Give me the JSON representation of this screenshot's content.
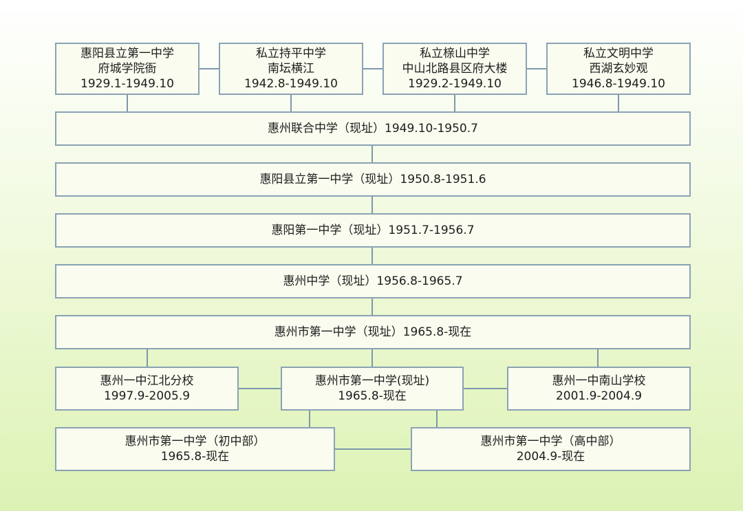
{
  "diagram": {
    "origins": [
      {
        "lines": [
          "惠阳县立第一中学",
          "府城学院衙",
          "1929.1-1949.10"
        ]
      },
      {
        "lines": [
          "私立持平中学",
          "南坛横江",
          "1942.8-1949.10"
        ]
      },
      {
        "lines": [
          "私立榇山中学",
          "中山北路县区府大楼",
          "1929.2-1949.10"
        ]
      },
      {
        "lines": [
          "私立文明中学",
          "西湖玄妙观",
          "1946.8-1949.10"
        ]
      }
    ],
    "timeline": [
      "惠州联合中学（现址）1949.10-1950.7",
      "惠阳县立第一中学（现址）1950.8-1951.6",
      "惠阳第一中学（现址）1951.7-1956.7",
      "惠州中学（现址）1956.8-1965.7",
      "惠州市第一中学（现址）1965.8-现在"
    ],
    "branches": {
      "left": {
        "lines": [
          "惠州一中江北分校",
          "1997.9-2005.9"
        ]
      },
      "center": {
        "lines": [
          "惠州市第一中学(现址)",
          "1965.8-现在"
        ]
      },
      "right": {
        "lines": [
          "惠州一中南山学校",
          "2001.9-2004.9"
        ]
      }
    },
    "divisions": [
      {
        "lines": [
          "惠州市第一中学（初中部）",
          "1965.8-现在"
        ]
      },
      {
        "lines": [
          "惠州市第一中学（高中部）",
          "2004.9-现在"
        ]
      }
    ],
    "colors": {
      "box_border": "#8aa2b4",
      "line": "#7d98ab",
      "box_fill": "#f9fcef",
      "text": "#1d1d1d"
    }
  }
}
